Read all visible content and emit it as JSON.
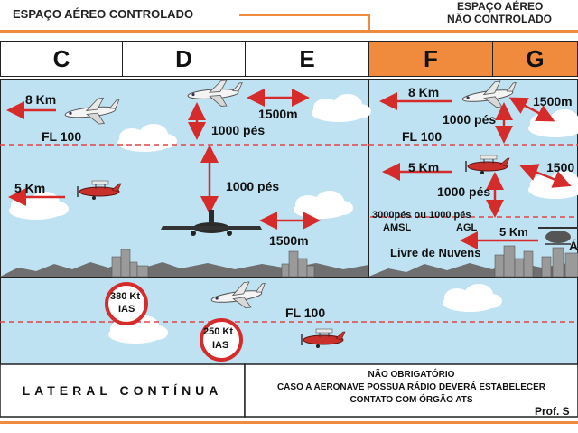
{
  "header": {
    "controlled": "ESPAÇO AÉREO CONTROLADO",
    "uncontrolled_line1": "ESPAÇO AÉREO",
    "uncontrolled_line2": "NÃO CONTROLADO"
  },
  "classes": [
    "C",
    "D",
    "E",
    "F",
    "G"
  ],
  "colors": {
    "orange": "#f08a3c",
    "sky": "#bfe2f3",
    "arrow": "#d62b2b",
    "fl_dash": "#e04545",
    "stop": "#d62b2b"
  },
  "upper": {
    "left": {
      "dist_8km": "8 Km",
      "dist_1500m_top": "1500m",
      "vsep_1000_top": "1000 pés",
      "fl": "FL 100",
      "dist_5km": "5 Km",
      "vsep_1000_mid": "1000 pés",
      "dist_1500m_bottom": "1500m"
    },
    "right": {
      "dist_8km": "8 Km",
      "dist_1500m_top": "1500m",
      "vsep_1000_top": "1000 pés",
      "fl": "FL 100",
      "dist_5km": "5 Km",
      "dist_1500_right": "1500",
      "vsep_1000_mid": "1000 pés",
      "limit_line1": "3000pés ou 1000 pés",
      "limit_amsl": "AMSL",
      "limit_agl": "AGL",
      "dist_5km_low": "5 Km",
      "clear_clouds": "Livre de Nuvens",
      "heli_label": "Á"
    }
  },
  "lower": {
    "speed_380": "380 Kt",
    "ias_380": "IAS",
    "speed_250": "250 Kt",
    "ias_250": "IAS",
    "fl": "FL 100"
  },
  "bottom": {
    "left": "LATERAL CONTÍNUA",
    "right_line1": "NÃO OBRIGATÓRIO",
    "right_line2": "CASO A AERONAVE POSSUA RÁDIO DEVERÁ ESTABELECER",
    "right_line3": "CONTATO COM ÓRGÃO ATS",
    "author": "Prof. S"
  }
}
